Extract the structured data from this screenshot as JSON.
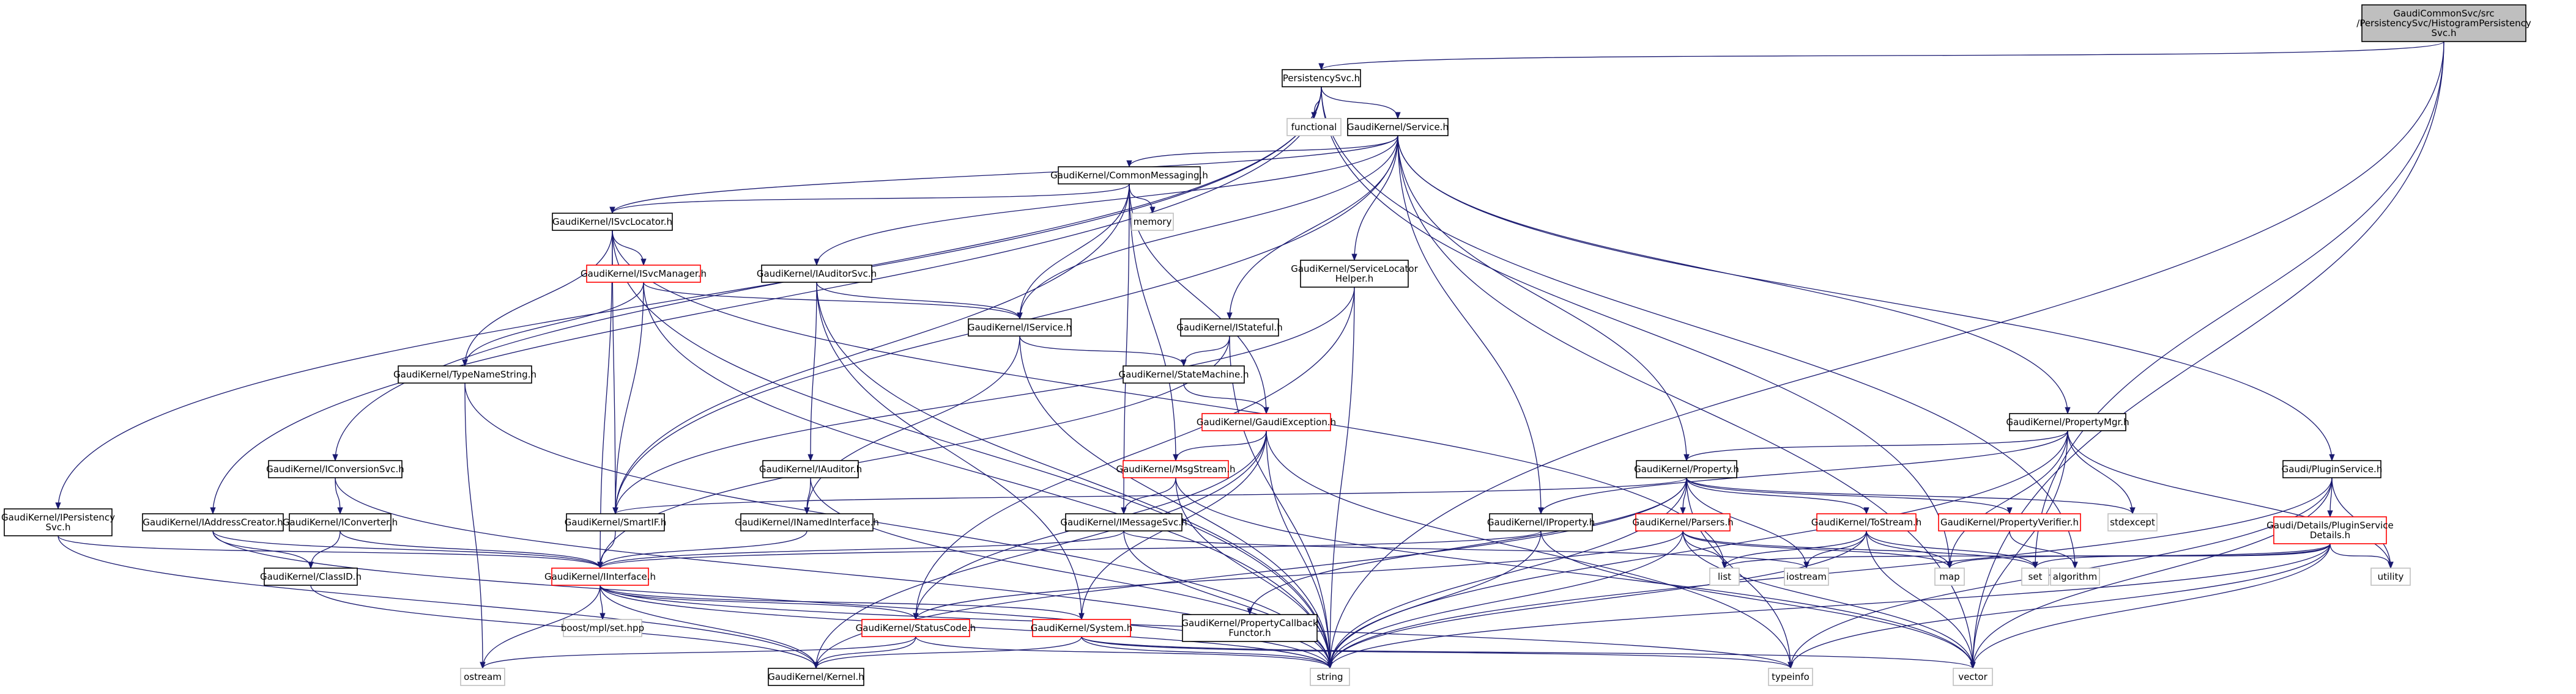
{
  "colors": {
    "edge": "#191970",
    "node_border": "#000000",
    "node_border_incomplete": "#ff0000",
    "node_border_external": "#bfbfbf",
    "root_fill": "#bfbfbf",
    "background": "#ffffff"
  },
  "nodes": [
    {
      "id": "root",
      "label": [
        "GaudiCommonSvc/src",
        "/PersistencySvc/HistogramPersistency",
        "Svc.h"
      ],
      "kind": "root"
    },
    {
      "id": "persistencysvc",
      "label": [
        "PersistencySvc.h"
      ],
      "kind": "normal"
    },
    {
      "id": "functional",
      "label": [
        "functional"
      ],
      "kind": "external"
    },
    {
      "id": "service",
      "label": [
        "GaudiKernel/Service.h"
      ],
      "kind": "normal"
    },
    {
      "id": "commonmessaging",
      "label": [
        "GaudiKernel/CommonMessaging.h"
      ],
      "kind": "normal"
    },
    {
      "id": "memory",
      "label": [
        "memory"
      ],
      "kind": "external"
    },
    {
      "id": "isvclocator",
      "label": [
        "GaudiKernel/ISvcLocator.h"
      ],
      "kind": "normal"
    },
    {
      "id": "isvcmanager",
      "label": [
        "GaudiKernel/ISvcManager.h"
      ],
      "kind": "red"
    },
    {
      "id": "iauditorsvc",
      "label": [
        "GaudiKernel/IAuditorSvc.h"
      ],
      "kind": "normal"
    },
    {
      "id": "servicelocatorhelper",
      "label": [
        "GaudiKernel/ServiceLocator",
        "Helper.h"
      ],
      "kind": "normal"
    },
    {
      "id": "iservice",
      "label": [
        "GaudiKernel/IService.h"
      ],
      "kind": "normal"
    },
    {
      "id": "istateful",
      "label": [
        "GaudiKernel/IStateful.h"
      ],
      "kind": "normal"
    },
    {
      "id": "typenamestring",
      "label": [
        "GaudiKernel/TypeNameString.h"
      ],
      "kind": "normal"
    },
    {
      "id": "statemachine",
      "label": [
        "GaudiKernel/StateMachine.h"
      ],
      "kind": "normal"
    },
    {
      "id": "gaudiexception",
      "label": [
        "GaudiKernel/GaudiException.h"
      ],
      "kind": "red"
    },
    {
      "id": "propertymgr",
      "label": [
        "GaudiKernel/PropertyMgr.h"
      ],
      "kind": "normal"
    },
    {
      "id": "iauditor",
      "label": [
        "GaudiKernel/IAuditor.h"
      ],
      "kind": "normal"
    },
    {
      "id": "msgstream",
      "label": [
        "GaudiKernel/MsgStream.h"
      ],
      "kind": "red"
    },
    {
      "id": "property",
      "label": [
        "GaudiKernel/Property.h"
      ],
      "kind": "normal"
    },
    {
      "id": "pluginservice",
      "label": [
        "Gaudi/PluginService.h"
      ],
      "kind": "normal"
    },
    {
      "id": "iconversionsvc",
      "label": [
        "GaudiKernel/IConversionSvc.h"
      ],
      "kind": "normal"
    },
    {
      "id": "ipersistencysvc",
      "label": [
        "GaudiKernel/IPersistency",
        "Svc.h"
      ],
      "kind": "normal"
    },
    {
      "id": "iaddresscreator",
      "label": [
        "GaudiKernel/IAddressCreator.h"
      ],
      "kind": "normal"
    },
    {
      "id": "iconverter",
      "label": [
        "GaudiKernel/IConverter.h"
      ],
      "kind": "normal"
    },
    {
      "id": "smartif",
      "label": [
        "GaudiKernel/SmartIF.h"
      ],
      "kind": "normal"
    },
    {
      "id": "inamedinterface",
      "label": [
        "GaudiKernel/INamedInterface.h"
      ],
      "kind": "normal"
    },
    {
      "id": "imessagesvc",
      "label": [
        "GaudiKernel/IMessageSvc.h"
      ],
      "kind": "normal"
    },
    {
      "id": "iproperty",
      "label": [
        "GaudiKernel/IProperty.h"
      ],
      "kind": "normal"
    },
    {
      "id": "parsers",
      "label": [
        "GaudiKernel/Parsers.h"
      ],
      "kind": "red"
    },
    {
      "id": "tostream",
      "label": [
        "GaudiKernel/ToStream.h"
      ],
      "kind": "red"
    },
    {
      "id": "propertyverifier",
      "label": [
        "GaudiKernel/PropertyVerifier.h"
      ],
      "kind": "red"
    },
    {
      "id": "stdexcept",
      "label": [
        "stdexcept"
      ],
      "kind": "external"
    },
    {
      "id": "pluginservicedetails",
      "label": [
        "Gaudi/Details/PluginService",
        "Details.h"
      ],
      "kind": "red"
    },
    {
      "id": "classid",
      "label": [
        "GaudiKernel/ClassID.h"
      ],
      "kind": "normal"
    },
    {
      "id": "iinterface",
      "label": [
        "GaudiKernel/IInterface.h"
      ],
      "kind": "red"
    },
    {
      "id": "list",
      "label": [
        "list"
      ],
      "kind": "external"
    },
    {
      "id": "iostream",
      "label": [
        "iostream"
      ],
      "kind": "external"
    },
    {
      "id": "map",
      "label": [
        "map"
      ],
      "kind": "external"
    },
    {
      "id": "set",
      "label": [
        "set"
      ],
      "kind": "external"
    },
    {
      "id": "algorithm",
      "label": [
        "algorithm"
      ],
      "kind": "external"
    },
    {
      "id": "utility",
      "label": [
        "utility"
      ],
      "kind": "external"
    },
    {
      "id": "boostmplset",
      "label": [
        "boost/mpl/set.hpp"
      ],
      "kind": "external"
    },
    {
      "id": "statuscode",
      "label": [
        "GaudiKernel/StatusCode.h"
      ],
      "kind": "red"
    },
    {
      "id": "system",
      "label": [
        "GaudiKernel/System.h"
      ],
      "kind": "red"
    },
    {
      "id": "propertycallbackfunctor",
      "label": [
        "GaudiKernel/PropertyCallback",
        "Functor.h"
      ],
      "kind": "normal"
    },
    {
      "id": "ostream",
      "label": [
        "ostream"
      ],
      "kind": "external"
    },
    {
      "id": "kernel",
      "label": [
        "GaudiKernel/Kernel.h"
      ],
      "kind": "normal"
    },
    {
      "id": "string",
      "label": [
        "string"
      ],
      "kind": "external"
    },
    {
      "id": "typeinfo",
      "label": [
        "typeinfo"
      ],
      "kind": "external"
    },
    {
      "id": "vector",
      "label": [
        "vector"
      ],
      "kind": "external"
    }
  ],
  "edges": [
    [
      "root",
      "persistencysvc"
    ],
    [
      "root",
      "set"
    ],
    [
      "root",
      "string"
    ],
    [
      "root",
      "vector"
    ],
    [
      "persistencysvc",
      "functional"
    ],
    [
      "persistencysvc",
      "service"
    ],
    [
      "persistencysvc",
      "ipersistencysvc"
    ],
    [
      "persistencysvc",
      "iaddresscreator"
    ],
    [
      "persistencysvc",
      "iconversionsvc"
    ],
    [
      "persistencysvc",
      "map"
    ],
    [
      "persistencysvc",
      "algorithm"
    ],
    [
      "service",
      "commonmessaging"
    ],
    [
      "service",
      "isvclocator"
    ],
    [
      "service",
      "iauditorsvc"
    ],
    [
      "service",
      "servicelocatorhelper"
    ],
    [
      "service",
      "iservice"
    ],
    [
      "service",
      "istateful"
    ],
    [
      "service",
      "propertymgr"
    ],
    [
      "service",
      "iproperty"
    ],
    [
      "service",
      "property"
    ],
    [
      "service",
      "pluginservice"
    ],
    [
      "service",
      "smartif"
    ],
    [
      "service",
      "vector"
    ],
    [
      "commonmessaging",
      "memory"
    ],
    [
      "commonmessaging",
      "isvclocator"
    ],
    [
      "commonmessaging",
      "iservice"
    ],
    [
      "commonmessaging",
      "gaudiexception"
    ],
    [
      "commonmessaging",
      "msgstream"
    ],
    [
      "commonmessaging",
      "imessagesvc"
    ],
    [
      "commonmessaging",
      "smartif"
    ],
    [
      "isvclocator",
      "isvcmanager"
    ],
    [
      "isvclocator",
      "typenamestring"
    ],
    [
      "isvclocator",
      "smartif"
    ],
    [
      "isvclocator",
      "iinterface"
    ],
    [
      "isvclocator",
      "list"
    ],
    [
      "isvclocator",
      "string"
    ],
    [
      "isvcmanager",
      "iservice"
    ],
    [
      "isvcmanager",
      "typenamestring"
    ],
    [
      "isvcmanager",
      "smartif"
    ],
    [
      "isvcmanager",
      "string"
    ],
    [
      "iauditorsvc",
      "iservice"
    ],
    [
      "iauditorsvc",
      "iauditor"
    ],
    [
      "iauditorsvc",
      "system"
    ],
    [
      "iauditorsvc",
      "string"
    ],
    [
      "servicelocatorhelper",
      "smartif"
    ],
    [
      "servicelocatorhelper",
      "statuscode"
    ],
    [
      "servicelocatorhelper",
      "string"
    ],
    [
      "iservice",
      "inamedinterface"
    ],
    [
      "iservice",
      "statemachine"
    ],
    [
      "iservice",
      "string"
    ],
    [
      "istateful",
      "statemachine"
    ],
    [
      "istateful",
      "iinterface"
    ],
    [
      "istateful",
      "string"
    ],
    [
      "typenamestring",
      "ostream"
    ],
    [
      "typenamestring",
      "string"
    ],
    [
      "statemachine",
      "gaudiexception"
    ],
    [
      "gaudiexception",
      "msgstream"
    ],
    [
      "gaudiexception",
      "system"
    ],
    [
      "gaudiexception",
      "statuscode"
    ],
    [
      "gaudiexception",
      "kernel"
    ],
    [
      "gaudiexception",
      "string"
    ],
    [
      "gaudiexception",
      "typeinfo"
    ],
    [
      "propertymgr",
      "property"
    ],
    [
      "propertymgr",
      "iproperty"
    ],
    [
      "propertymgr",
      "stdexcept"
    ],
    [
      "propertymgr",
      "map"
    ],
    [
      "propertymgr",
      "vector"
    ],
    [
      "propertymgr",
      "utility"
    ],
    [
      "propertymgr",
      "string"
    ],
    [
      "iauditor",
      "inamedinterface"
    ],
    [
      "iauditor",
      "string"
    ],
    [
      "msgstream",
      "imessagesvc"
    ],
    [
      "msgstream",
      "string"
    ],
    [
      "msgstream",
      "vector"
    ],
    [
      "property",
      "parsers"
    ],
    [
      "property",
      "tostream"
    ],
    [
      "property",
      "propertyverifier"
    ],
    [
      "property",
      "propertycallbackfunctor"
    ],
    [
      "property",
      "smartif"
    ],
    [
      "property",
      "stdexcept"
    ],
    [
      "property",
      "string"
    ],
    [
      "property",
      "typeinfo"
    ],
    [
      "property",
      "kernel"
    ],
    [
      "property",
      "iostream"
    ],
    [
      "pluginservice",
      "pluginservicedetails"
    ],
    [
      "pluginservice",
      "string"
    ],
    [
      "pluginservice",
      "utility"
    ],
    [
      "pluginservice",
      "vector"
    ],
    [
      "pluginservice",
      "typeinfo"
    ],
    [
      "iconversionsvc",
      "iconverter"
    ],
    [
      "iconversionsvc",
      "string"
    ],
    [
      "ipersistencysvc",
      "iinterface"
    ],
    [
      "ipersistencysvc",
      "kernel"
    ],
    [
      "iaddresscreator",
      "classid"
    ],
    [
      "iaddresscreator",
      "iinterface"
    ],
    [
      "iaddresscreator",
      "string"
    ],
    [
      "iconverter",
      "classid"
    ],
    [
      "iconverter",
      "iinterface"
    ],
    [
      "smartif",
      "iinterface"
    ],
    [
      "inamedinterface",
      "iinterface"
    ],
    [
      "imessagesvc",
      "iinterface"
    ],
    [
      "imessagesvc",
      "iostream"
    ],
    [
      "imessagesvc",
      "string"
    ],
    [
      "iproperty",
      "iinterface"
    ],
    [
      "iproperty",
      "string"
    ],
    [
      "iproperty",
      "vector"
    ],
    [
      "parsers",
      "list"
    ],
    [
      "parsers",
      "map"
    ],
    [
      "parsers",
      "statuscode"
    ],
    [
      "parsers",
      "string"
    ],
    [
      "parsers",
      "vector"
    ],
    [
      "parsers",
      "set"
    ],
    [
      "tostream",
      "list"
    ],
    [
      "tostream",
      "iostream"
    ],
    [
      "tostream",
      "map"
    ],
    [
      "tostream",
      "set"
    ],
    [
      "tostream",
      "string"
    ],
    [
      "tostream",
      "vector"
    ],
    [
      "propertyverifier",
      "algorithm"
    ],
    [
      "pluginservicedetails",
      "string"
    ],
    [
      "pluginservicedetails",
      "typeinfo"
    ],
    [
      "pluginservicedetails",
      "map"
    ],
    [
      "pluginservicedetails",
      "set"
    ],
    [
      "pluginservicedetails",
      "utility"
    ],
    [
      "pluginservicedetails",
      "list"
    ],
    [
      "pluginservicedetails",
      "vector"
    ],
    [
      "classid",
      "kernel"
    ],
    [
      "iinterface",
      "boostmplset"
    ],
    [
      "iinterface",
      "statuscode"
    ],
    [
      "iinterface",
      "system"
    ],
    [
      "iinterface",
      "ostream"
    ],
    [
      "iinterface",
      "kernel"
    ],
    [
      "iinterface",
      "string"
    ],
    [
      "iinterface",
      "typeinfo"
    ],
    [
      "statuscode",
      "kernel"
    ],
    [
      "statuscode",
      "ostream"
    ],
    [
      "statuscode",
      "string"
    ],
    [
      "system",
      "kernel"
    ],
    [
      "system",
      "string"
    ],
    [
      "system",
      "typeinfo"
    ],
    [
      "system",
      "vector"
    ]
  ]
}
